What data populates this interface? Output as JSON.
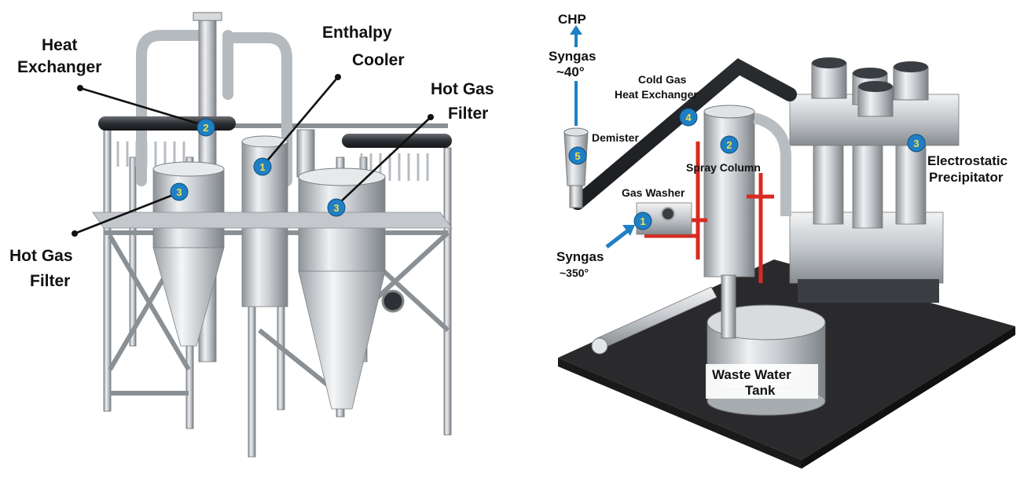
{
  "left_system": {
    "labels": {
      "heat_exchanger": [
        "Heat",
        "Exchanger"
      ],
      "enthalpy_cooler": [
        "Enthalpy",
        "Cooler"
      ],
      "hot_gas_filter_right": [
        "Hot Gas",
        "Filter"
      ],
      "hot_gas_filter_left": [
        "Hot Gas",
        "Filter"
      ]
    },
    "badges": {
      "enthalpy_cooler": "1",
      "heat_exchanger": "2",
      "hot_gas_filter_left": "3",
      "hot_gas_filter_right": "3"
    }
  },
  "right_system": {
    "labels": {
      "chp": "CHP",
      "syngas_out": [
        "Syngas",
        "~40°"
      ],
      "cold_gas_heat_exchanger": [
        "Cold Gas",
        "Heat Exchanger"
      ],
      "demister": "Demister",
      "spray_column": "Spray Column",
      "gas_washer": "Gas Washer",
      "syngas_in": [
        "Syngas",
        "~350°"
      ],
      "electrostatic_precipitator": [
        "Electrostatic",
        "Precipitator"
      ],
      "waste_water_tank": [
        "Waste Water",
        "Tank"
      ]
    },
    "badges": {
      "gas_washer": "1",
      "spray_column": "2",
      "electrostatic_precipitator": "3",
      "cold_gas_heat_exchanger": "4",
      "demister": "5"
    }
  },
  "colors": {
    "badge_fill": "#1f7fc4",
    "badge_text": "#f4e04a",
    "flow_arrow": "#1f7fc4",
    "steel": "#c8ccd0",
    "dark_steel": "#3a3d42",
    "red_pipe": "#d82a20",
    "base_platform": "#2a2a2c"
  }
}
